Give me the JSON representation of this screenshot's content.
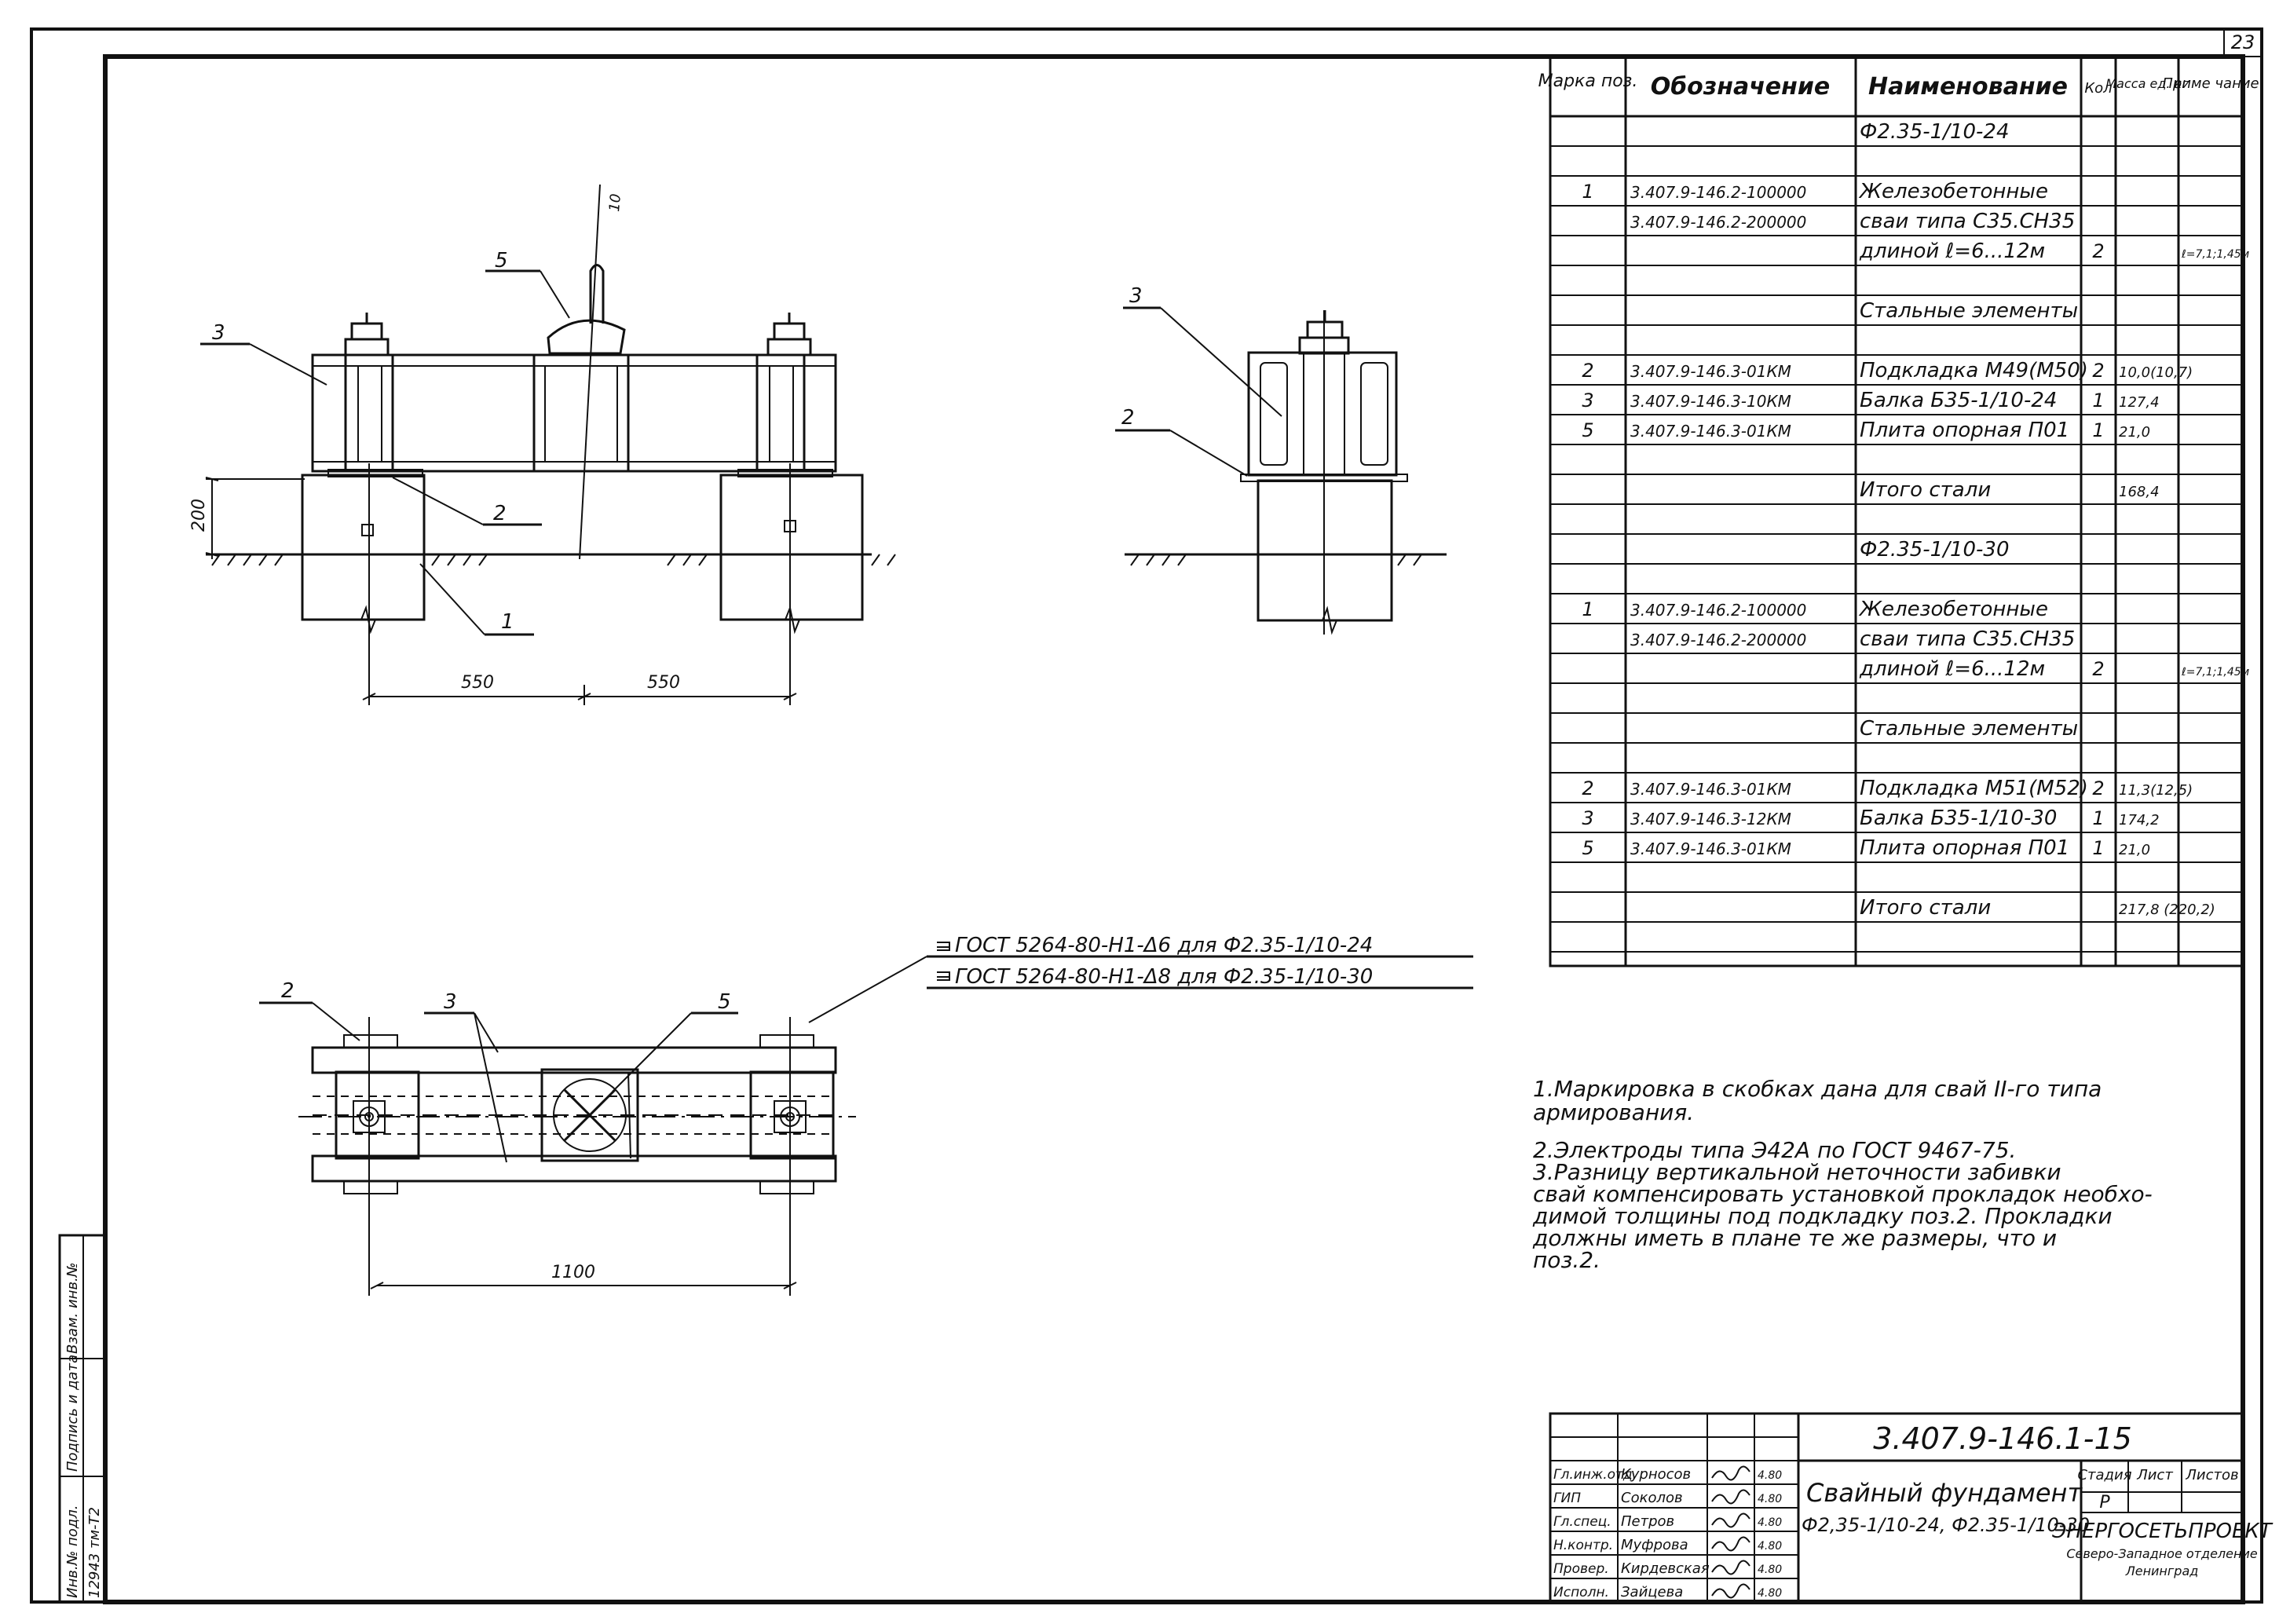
{
  "sheet_number": "23",
  "table": {
    "headers": [
      "Марка поз.",
      "Обозначение",
      "Наименование",
      "Кол",
      "Масса ед. кг",
      "Приме чание"
    ],
    "rows": [
      [
        "",
        "",
        "Ф2.35-1/10-24",
        "",
        "",
        ""
      ],
      [
        "",
        "",
        "",
        "",
        "",
        ""
      ],
      [
        "1",
        "3.407.9-146.2-100000",
        "Железобетонные",
        "",
        "",
        ""
      ],
      [
        "",
        "3.407.9-146.2-200000",
        "сваи типа С35.СН35",
        "",
        "",
        ""
      ],
      [
        "",
        "",
        "длиной ℓ=6...12м",
        "2",
        "",
        "ℓ=7,1;1,45м"
      ],
      [
        "",
        "",
        "",
        "",
        "",
        ""
      ],
      [
        "",
        "",
        "Стальные элементы",
        "",
        "",
        ""
      ],
      [
        "",
        "",
        "",
        "",
        "",
        ""
      ],
      [
        "2",
        "3.407.9-146.3-01КМ",
        "Подкладка М49(М50)",
        "2",
        "10,0(10,7)",
        ""
      ],
      [
        "3",
        "3.407.9-146.3-10КМ",
        "Балка Б35-1/10-24",
        "1",
        "127,4",
        ""
      ],
      [
        "5",
        "3.407.9-146.3-01КМ",
        "Плита опорная П01",
        "1",
        "21,0",
        ""
      ],
      [
        "",
        "",
        "",
        "",
        "",
        ""
      ],
      [
        "",
        "",
        "Итого стали",
        "",
        "168,4",
        ""
      ],
      [
        "",
        "",
        "",
        "",
        "",
        ""
      ],
      [
        "",
        "",
        "Ф2.35-1/10-30",
        "",
        "",
        ""
      ],
      [
        "",
        "",
        "",
        "",
        "",
        ""
      ],
      [
        "1",
        "3.407.9-146.2-100000",
        "Железобетонные",
        "",
        "",
        ""
      ],
      [
        "",
        "3.407.9-146.2-200000",
        "сваи типа С35.СН35",
        "",
        "",
        ""
      ],
      [
        "",
        "",
        "длиной ℓ=6...12м",
        "2",
        "",
        "ℓ=7,1;1,45м"
      ],
      [
        "",
        "",
        "",
        "",
        "",
        ""
      ],
      [
        "",
        "",
        "Стальные элементы",
        "",
        "",
        ""
      ],
      [
        "",
        "",
        "",
        "",
        "",
        ""
      ],
      [
        "2",
        "3.407.9-146.3-01КМ",
        "Подкладка М51(М52)",
        "2",
        "11,3(12,5)",
        ""
      ],
      [
        "3",
        "3.407.9-146.3-12КМ",
        "Балка Б35-1/10-30",
        "1",
        "174,2",
        ""
      ],
      [
        "5",
        "3.407.9-146.3-01КМ",
        "Плита опорная П01",
        "1",
        "21,0",
        ""
      ],
      [
        "",
        "",
        "",
        "",
        "",
        ""
      ],
      [
        "",
        "",
        "Итого стали",
        "",
        "217,8 (220,2)",
        ""
      ],
      [
        "",
        "",
        "",
        "",
        "",
        ""
      ]
    ]
  },
  "drawing": {
    "callouts": [
      "1",
      "2",
      "3",
      "5",
      "10"
    ],
    "dims": {
      "height": "200",
      "half_span": "550",
      "span": "1100"
    },
    "weld_notes": [
      "ГОСТ 5264-80-Н1-Δ6   для Ф2.35-1/10-24",
      "ГОСТ 5264-80-Н1-Δ8   для Ф2.35-1/10-30"
    ]
  },
  "notes": [
    "1.Маркировка в скобках дана для свай II-го типа армирования.",
    "2.Электроды типа Э42А по ГОСТ 9467-75.",
    "3.Разницу вертикальной неточности забивки свай компенсировать установкой прокладок необходимой толщины под подкладку поз.2. Прокладки должны иметь в плане те же размеры, что и поз.2."
  ],
  "side_stamp": {
    "labels": [
      "Инв.№ подл.",
      "Подпись и дата",
      "Взам. инв.№"
    ],
    "inv_value": "12943 тм-Т2"
  },
  "title_block": {
    "code": "3.407.9-146.1-15",
    "title": "Свайный фундамент",
    "subtitle": "Ф2,35-1/10-24, Ф2.35-1/10-30",
    "stage_header": [
      "Стадия",
      "Лист",
      "Листов"
    ],
    "stage": "Р",
    "org": "ЭНЕРГОСЕТЬПРОЕКТ",
    "org_sub1": "Северо-Западное отделение",
    "org_sub2": "Ленинград",
    "signers": [
      {
        "role": "Гл.инж.отд.",
        "name": "Курносов",
        "date": "4.80"
      },
      {
        "role": "ГИП",
        "name": "Соколов",
        "date": "4.80"
      },
      {
        "role": "Гл.спец.",
        "name": "Петров",
        "date": "4.80"
      },
      {
        "role": "Н.контр.",
        "name": "Муфрова",
        "date": "4.80"
      },
      {
        "role": "Провер.",
        "name": "Кирдевская",
        "date": "4.80"
      },
      {
        "role": "Исполн.",
        "name": "Зайцева",
        "date": "4.80"
      }
    ]
  }
}
